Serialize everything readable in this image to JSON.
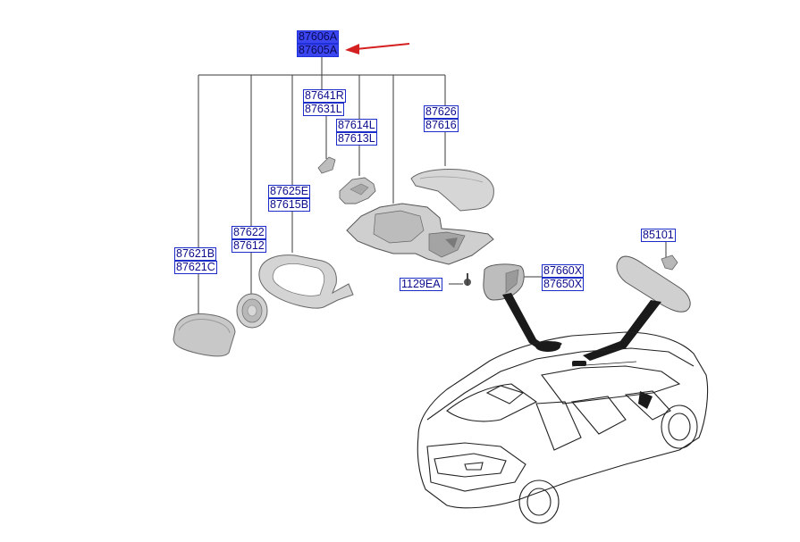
{
  "diagram": {
    "highlight_color": "#3b46f0",
    "label_border_color": "#1c2cc8",
    "arrow_color": "#d42020",
    "part_numbers": {
      "assembly_right": "87606A",
      "assembly_left": "87605A",
      "cap_r": "87641R",
      "cap_l": "87631L",
      "bracket_l": "87614L",
      "bracket_l2": "87613L",
      "cover_a": "87626",
      "cover_b": "87616",
      "housing_a": "87625E",
      "housing_b": "87615B",
      "actuator_a": "87622",
      "actuator_b": "87612",
      "glass_a": "87621B",
      "glass_b": "87621C",
      "screw": "1129EA",
      "inner_cover_a": "87660X",
      "inner_cover_b": "87650X",
      "rear_view_mirror": "85101"
    }
  }
}
